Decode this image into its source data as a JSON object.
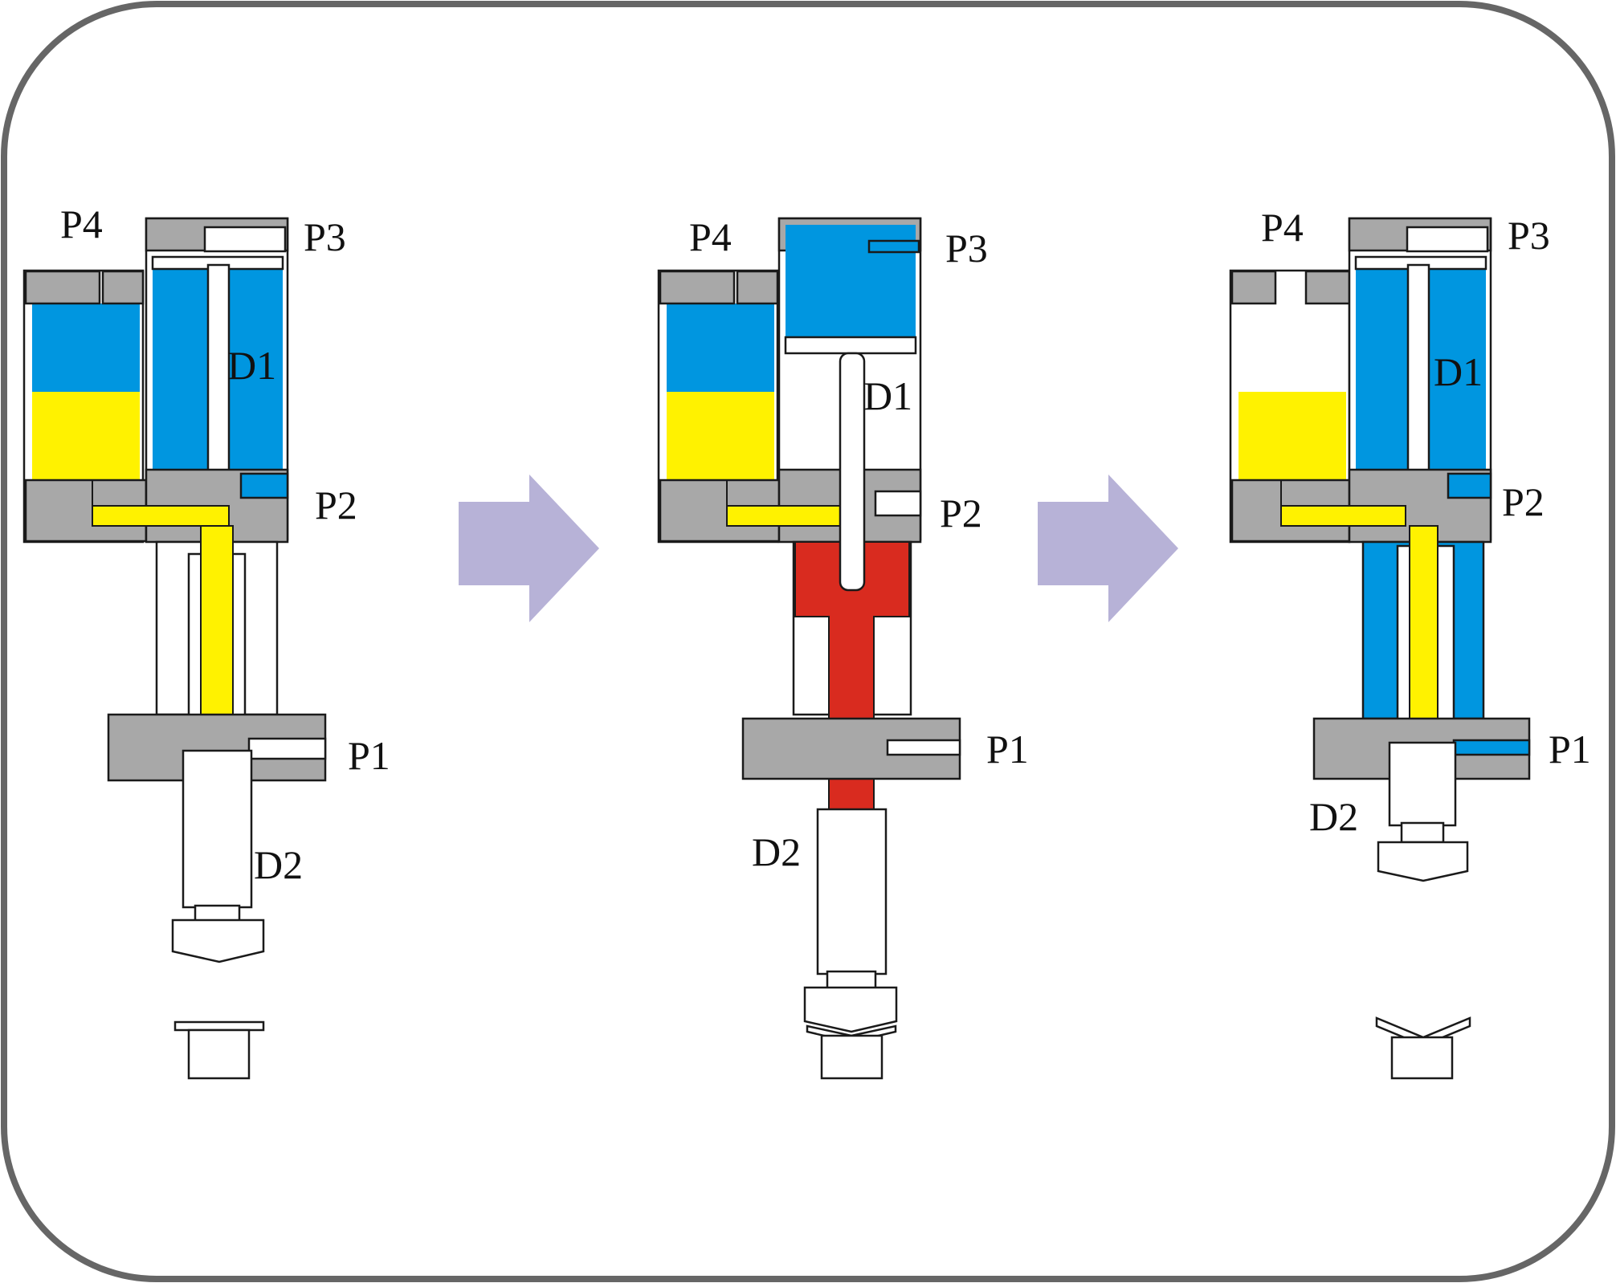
{
  "colors": {
    "air": "#0096e0",
    "oil": "#fff200",
    "high_pressure": "#d92b1f",
    "housing": "#a8a8a8",
    "arrow": "#b7b2d7",
    "frame": "#666666",
    "outline": "#1a1a1a"
  },
  "labels": {
    "p1": "P1",
    "p2": "P2",
    "p3": "P3",
    "p4": "P4",
    "d1": "D1",
    "d2": "D2"
  },
  "stages": [
    {
      "name": "stage-1-approach",
      "reservoir": {
        "air": true,
        "oil": true
      },
      "intensifier_upper_air": true,
      "booster_piston": "top",
      "ram": "extended-oil",
      "lower_chamber_air": false,
      "workpiece": "flat"
    },
    {
      "name": "stage-2-pressing",
      "reservoir": {
        "air": true,
        "oil": true
      },
      "intensifier_upper_air": true,
      "booster_piston": "down",
      "ram": "extended-high-pressure",
      "lower_chamber_air": false,
      "workpiece": "pressed"
    },
    {
      "name": "stage-3-return",
      "reservoir": {
        "air": false,
        "oil": true
      },
      "intensifier_upper_air": true,
      "booster_piston": "top",
      "ram": "retracted-oil",
      "lower_chamber_air": true,
      "workpiece": "formed"
    }
  ]
}
